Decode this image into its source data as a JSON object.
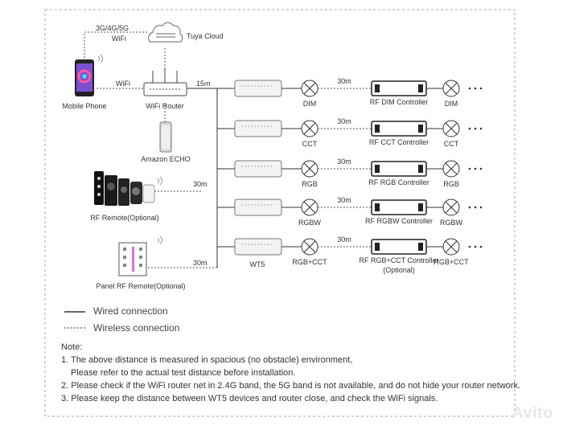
{
  "cloud": {
    "label": "Tuya Cloud",
    "link_line1": "3G/4G/5G",
    "link_line2": "WiFi"
  },
  "phone": {
    "label": "Mobile Phone",
    "link": "WiFi"
  },
  "router": {
    "label": "WiFi Router"
  },
  "echo": {
    "label": "Amazon ECHO"
  },
  "remote": {
    "label": "RF Remote(Optional)"
  },
  "panel": {
    "label": "Panel RF Remote(Optional)"
  },
  "distances": {
    "router_to_bus": "15m",
    "remote_to_bus": "30m",
    "panel_to_bus": "30m"
  },
  "rows": [
    {
      "receiver": "",
      "light1": "DIM",
      "dist": "30m",
      "controller": "RF DIM Controller",
      "light2": "DIM"
    },
    {
      "receiver": "",
      "light1": "CCT",
      "dist": "30m",
      "controller": "RF CCT Controller",
      "light2": "CCT"
    },
    {
      "receiver": "",
      "light1": "RGB",
      "dist": "30m",
      "controller": "RF RGB Controller",
      "light2": "RGB"
    },
    {
      "receiver": "",
      "light1": "RGBW",
      "dist": "30m",
      "controller": "RF RGBW Controller",
      "light2": "RGBW"
    },
    {
      "receiver": "WT5",
      "light1": "RGB+CCT",
      "dist": "30m",
      "controller": "RF RGB+CCT Controller",
      "controller_note": "(Optional)",
      "light2": "RGB+CCT"
    }
  ],
  "legend": {
    "wired": "Wired connection",
    "wireless": "Wireless connection"
  },
  "notes": {
    "title": "Note:",
    "n1": "1. The above distance is measured in spacious (no obstacle) environment,",
    "n1b": "Please refer to the actual test distance before installation.",
    "n2": "2. Please check if the WiFi router net in 2.4G band, the 5G band is not available, and do not hide your router network.",
    "n3": "3. Please keep the distance between WT5 devices and router close, and check the WiFi signals."
  },
  "watermark": "Avito",
  "colors": {
    "line": "#333333",
    "frame": "#aaaaaa",
    "phone_screen": "#7a4fd0"
  }
}
